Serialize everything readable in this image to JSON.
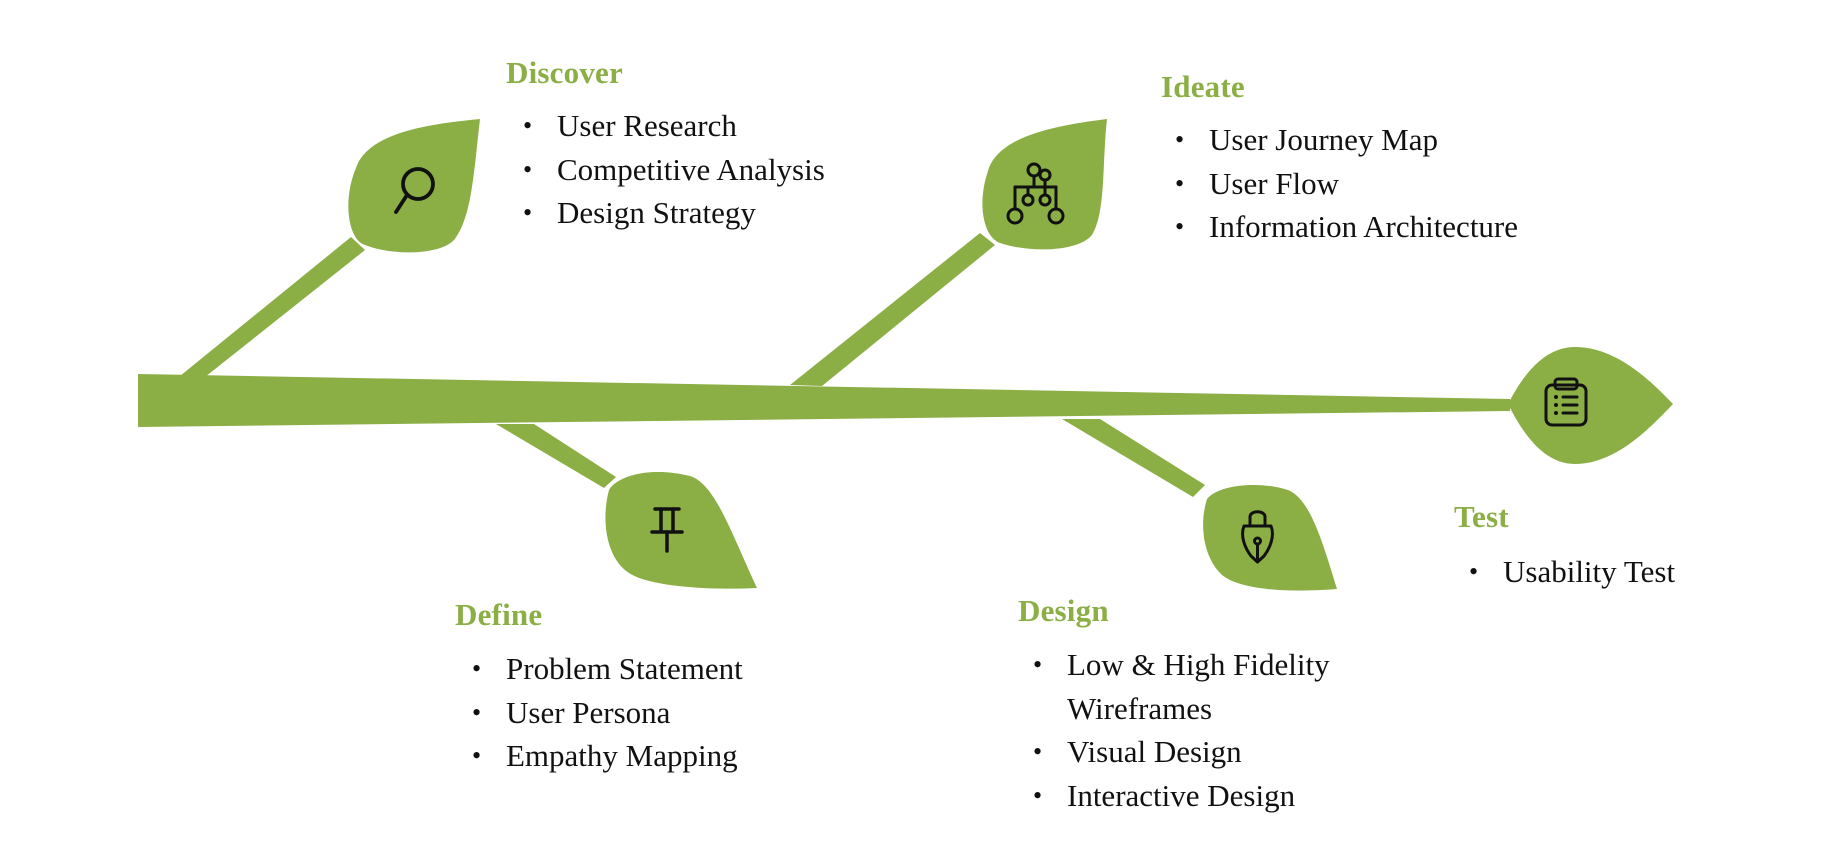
{
  "colors": {
    "brand_green": "#8bae45",
    "icon_stroke": "#111111",
    "text": "#111111"
  },
  "stages": {
    "discover": {
      "title": "Discover",
      "icon": "magnifier-icon",
      "items": [
        "User Research",
        "Competitive Analysis",
        "Design Strategy"
      ]
    },
    "define": {
      "title": "Define",
      "icon": "pushpin-icon",
      "items": [
        "Problem Statement",
        "User Persona",
        "Empathy Mapping"
      ]
    },
    "ideate": {
      "title": "Ideate",
      "icon": "sitemap-icon",
      "items": [
        "User Journey Map",
        "User Flow",
        "Information Architecture"
      ]
    },
    "design": {
      "title": "Design",
      "icon": "pen-nib-icon",
      "items": [
        "Low & High Fidelity\nWireframes",
        "Visual Design",
        "Interactive Design"
      ]
    },
    "test": {
      "title": "Test",
      "icon": "clipboard-icon",
      "items": [
        "Usability Test"
      ]
    }
  }
}
